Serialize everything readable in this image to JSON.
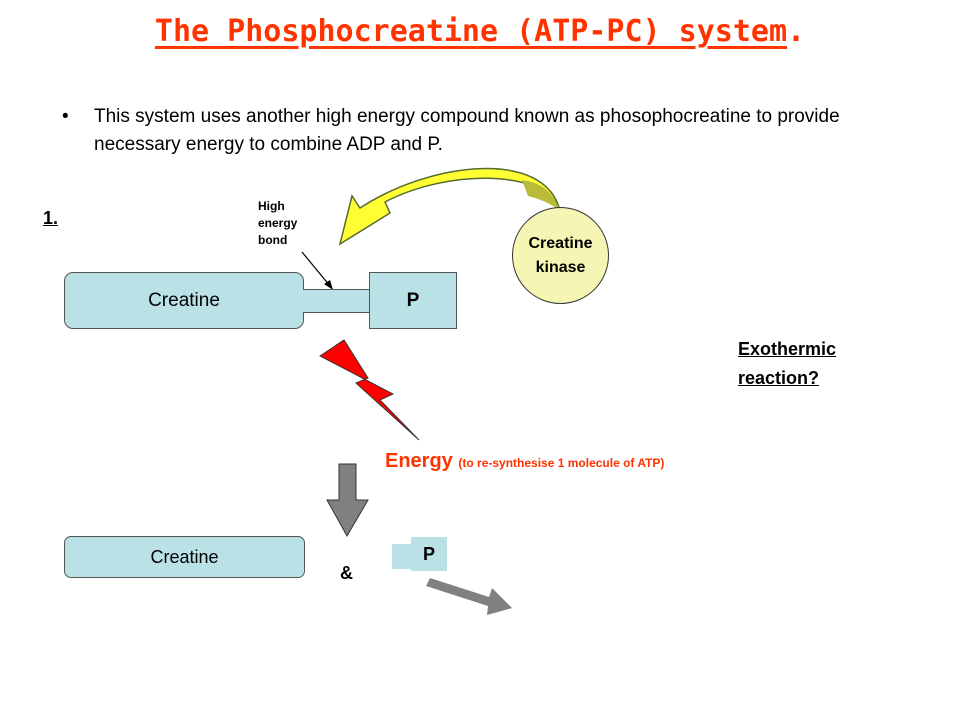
{
  "title": {
    "main": "The Phosphocreatine (ATP-PC) system",
    "suffix": "."
  },
  "bullet": {
    "marker": "•",
    "text": "This system uses another high energy compound known as phosophocreatine to provide necessary energy to combine ADP and P."
  },
  "diagram": {
    "step_label": "1.",
    "bond_label": [
      "High",
      "energy",
      "bond"
    ],
    "creatine_label": "Creatine",
    "phosphate_label": "P",
    "enzyme_label": [
      "Creatine",
      "kinase"
    ],
    "exothermic_label": [
      "Exothermic",
      "reaction?"
    ],
    "energy_label": "Energy",
    "energy_note": "(to re-synthesise 1 molecule of ATP)",
    "product_creatine_label": "Creatine",
    "ampersand": "&",
    "product_phosphate_label": "P"
  },
  "colors": {
    "title": "#ff3300",
    "molecule_fill": "#b9e1e6",
    "enzyme_fill": "#f6f6b4",
    "curved_arrow": "#ffff33",
    "lightning": "#ff0000",
    "down_arrow": "#808080"
  }
}
